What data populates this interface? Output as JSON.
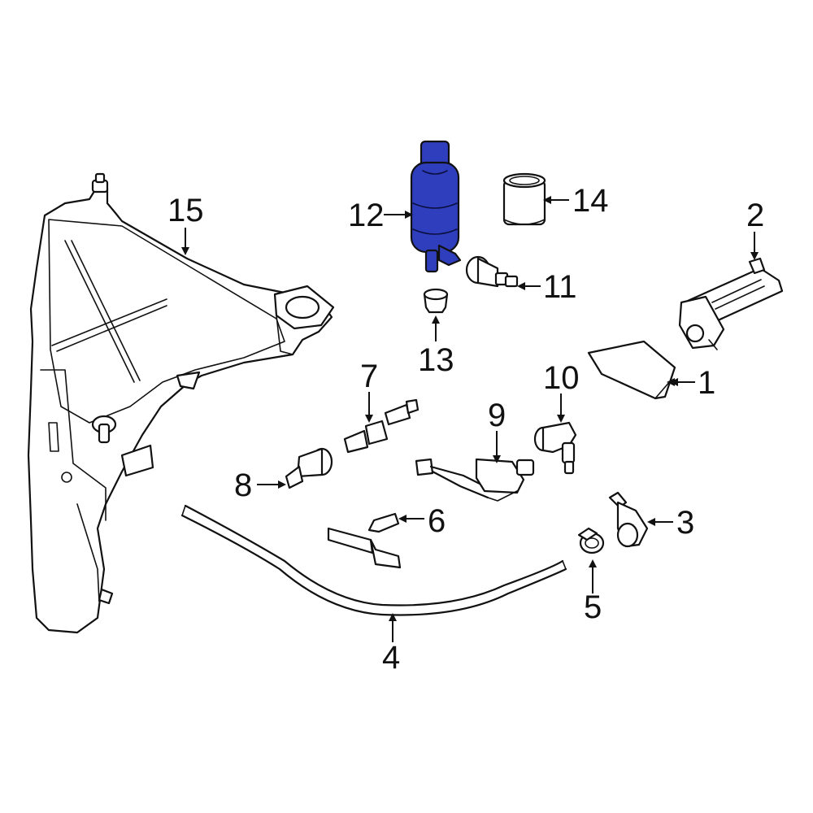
{
  "diagram": {
    "highlight_color": "#2f3ebd",
    "highlighted_part": "12",
    "callouts": [
      {
        "id": "1",
        "label": "1"
      },
      {
        "id": "2",
        "label": "2"
      },
      {
        "id": "3",
        "label": "3"
      },
      {
        "id": "4",
        "label": "4"
      },
      {
        "id": "5",
        "label": "5"
      },
      {
        "id": "6",
        "label": "6"
      },
      {
        "id": "7",
        "label": "7"
      },
      {
        "id": "8",
        "label": "8"
      },
      {
        "id": "9",
        "label": "9"
      },
      {
        "id": "10",
        "label": "10"
      },
      {
        "id": "11",
        "label": "11"
      },
      {
        "id": "12",
        "label": "12"
      },
      {
        "id": "13",
        "label": "13"
      },
      {
        "id": "14",
        "label": "14"
      },
      {
        "id": "15",
        "label": "15"
      }
    ]
  }
}
